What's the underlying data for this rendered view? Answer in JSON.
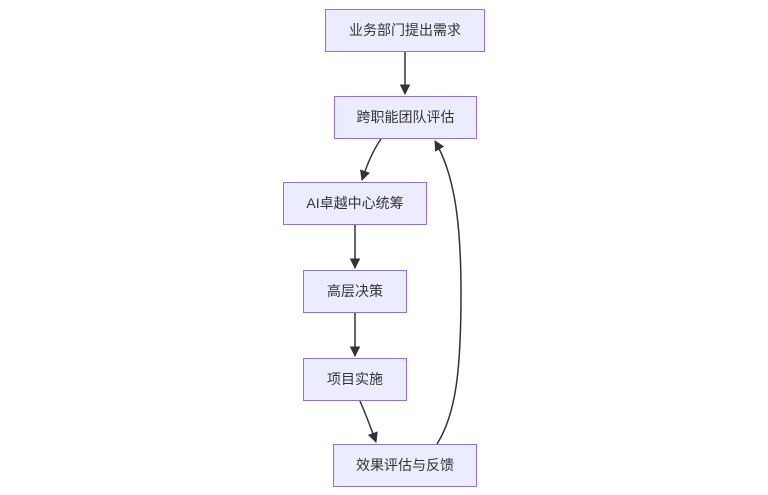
{
  "diagram": {
    "type": "flowchart",
    "direction": "top-down",
    "nodes": [
      {
        "id": "business-request",
        "label": "业务部门提出需求"
      },
      {
        "id": "cross-team-eval",
        "label": "跨职能团队评估"
      },
      {
        "id": "ai-coe-coordinate",
        "label": "AI卓越中心统筹"
      },
      {
        "id": "executive-decision",
        "label": "高层决策"
      },
      {
        "id": "project-implement",
        "label": "项目实施"
      },
      {
        "id": "effect-feedback",
        "label": "效果评估与反馈"
      }
    ],
    "edges": [
      {
        "from": "业务部门提出需求",
        "to": "跨职能团队评估"
      },
      {
        "from": "跨职能团队评估",
        "to": "AI卓越中心统筹"
      },
      {
        "from": "AI卓越中心统筹",
        "to": "高层决策"
      },
      {
        "from": "高层决策",
        "to": "项目实施"
      },
      {
        "from": "项目实施",
        "to": "效果评估与反馈"
      },
      {
        "from": "效果评估与反馈",
        "to": "跨职能团队评估"
      }
    ],
    "colors": {
      "node_fill": "#ECECFF",
      "node_border": "#9370DB",
      "edge": "#333333",
      "text": "#333333",
      "background": "#FFFFFF"
    }
  }
}
